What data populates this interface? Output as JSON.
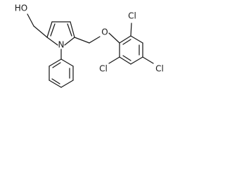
{
  "molecule": {
    "labels": {
      "hydroxyl": "HO",
      "ring_nitrogen": "N",
      "ether_oxygen": "O",
      "chlorine_top": "Cl",
      "chlorine_left": "Cl",
      "chlorine_right": "Cl"
    }
  }
}
